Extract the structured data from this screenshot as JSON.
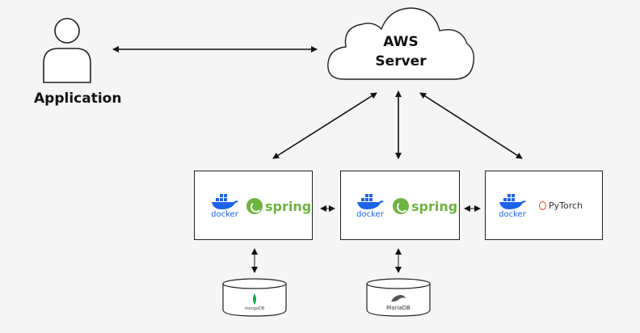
{
  "client": {
    "label": "Application",
    "icon": "user-icon"
  },
  "server": {
    "label_line1": "AWS",
    "label_line2": "Server",
    "icon": "cloud-icon"
  },
  "services": [
    {
      "container": "docker",
      "framework": "spring"
    },
    {
      "container": "docker",
      "framework": "spring"
    },
    {
      "container": "docker",
      "framework": "PyTorch"
    }
  ],
  "databases": [
    {
      "label": "mongoDB"
    },
    {
      "label": "MariaDB"
    }
  ],
  "colors": {
    "docker": "#1d63ed",
    "spring": "#6db33f",
    "pytorch": "#ee4c2c",
    "mongodb": "#13aa52"
  }
}
